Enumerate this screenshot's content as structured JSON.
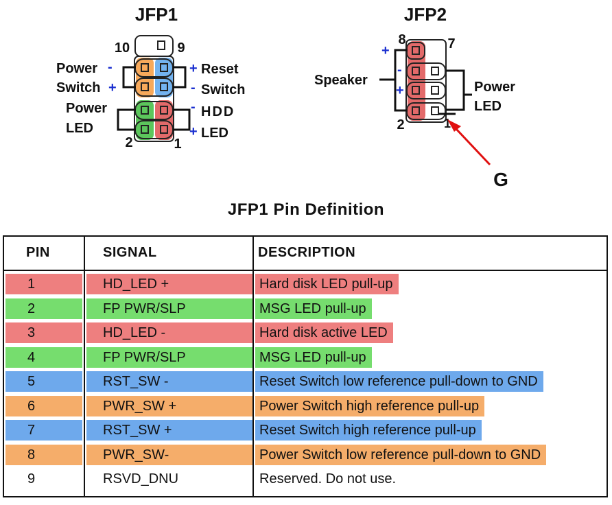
{
  "jfp1": {
    "title": "JFP1",
    "pin_top_left": "10",
    "pin_top_right": "9",
    "pin_bottom_left": "2",
    "pin_bottom_right": "1",
    "label_power_switch_1": "Power",
    "label_power_switch_2": "Switch",
    "label_reset_switch_1": "Reset",
    "label_reset_switch_2": "Switch",
    "label_power_led_1": "Power",
    "label_power_led_2": "LED",
    "label_hdd_led_1": "HDD",
    "label_hdd_led_2": "LED",
    "minus": "-",
    "plus": "+"
  },
  "jfp2": {
    "title": "JFP2",
    "pin_top_left": "8",
    "pin_top_right": "7",
    "pin_bottom_left": "2",
    "pin_bottom_right": "1",
    "label_speaker": "Speaker",
    "label_power_led_1": "Power",
    "label_power_led_2": "LED",
    "marker": "G"
  },
  "table_title": "JFP1 Pin Definition",
  "colors": {
    "red": "#ee7f7f",
    "green": "#76dd6e",
    "blue": "#6ea9ec",
    "orange": "#f5ad6a",
    "orange_pin": "#f7a95b",
    "blue_pin": "#73b3f0",
    "green_pin": "#5cc65c",
    "red_pin": "#e36a6a",
    "plus_minus": "#1a2fd0",
    "arrow": "#e01010"
  },
  "table": {
    "headers": {
      "pin": "PIN",
      "signal": "SIGNAL",
      "description": "DESCRIPTION"
    },
    "rows": [
      {
        "pin": "1",
        "signal": "HD_LED +",
        "description": "Hard disk LED pull-up",
        "color": "#ee7f7f"
      },
      {
        "pin": "2",
        "signal": "FP PWR/SLP",
        "description": "MSG LED pull-up",
        "color": "#76dd6e"
      },
      {
        "pin": "3",
        "signal": "HD_LED -",
        "description": "Hard disk active LED",
        "color": "#ee7f7f"
      },
      {
        "pin": "4",
        "signal": "FP PWR/SLP",
        "description": "MSG LED pull-up",
        "color": "#76dd6e"
      },
      {
        "pin": "5",
        "signal": "RST_SW -",
        "description": "Reset Switch low reference pull-down to GND",
        "color": "#6ea9ec"
      },
      {
        "pin": "6",
        "signal": "PWR_SW +",
        "description": "Power Switch high reference pull-up",
        "color": "#f5ad6a"
      },
      {
        "pin": "7",
        "signal": "RST_SW +",
        "description": "Reset Switch high reference pull-up",
        "color": "#6ea9ec"
      },
      {
        "pin": "8",
        "signal": "PWR_SW-",
        "description": "Power Switch low reference pull-down to GND",
        "color": "#f5ad6a"
      },
      {
        "pin": "9",
        "signal": "RSVD_DNU",
        "description": "Reserved. Do not use.",
        "color": ""
      }
    ]
  }
}
